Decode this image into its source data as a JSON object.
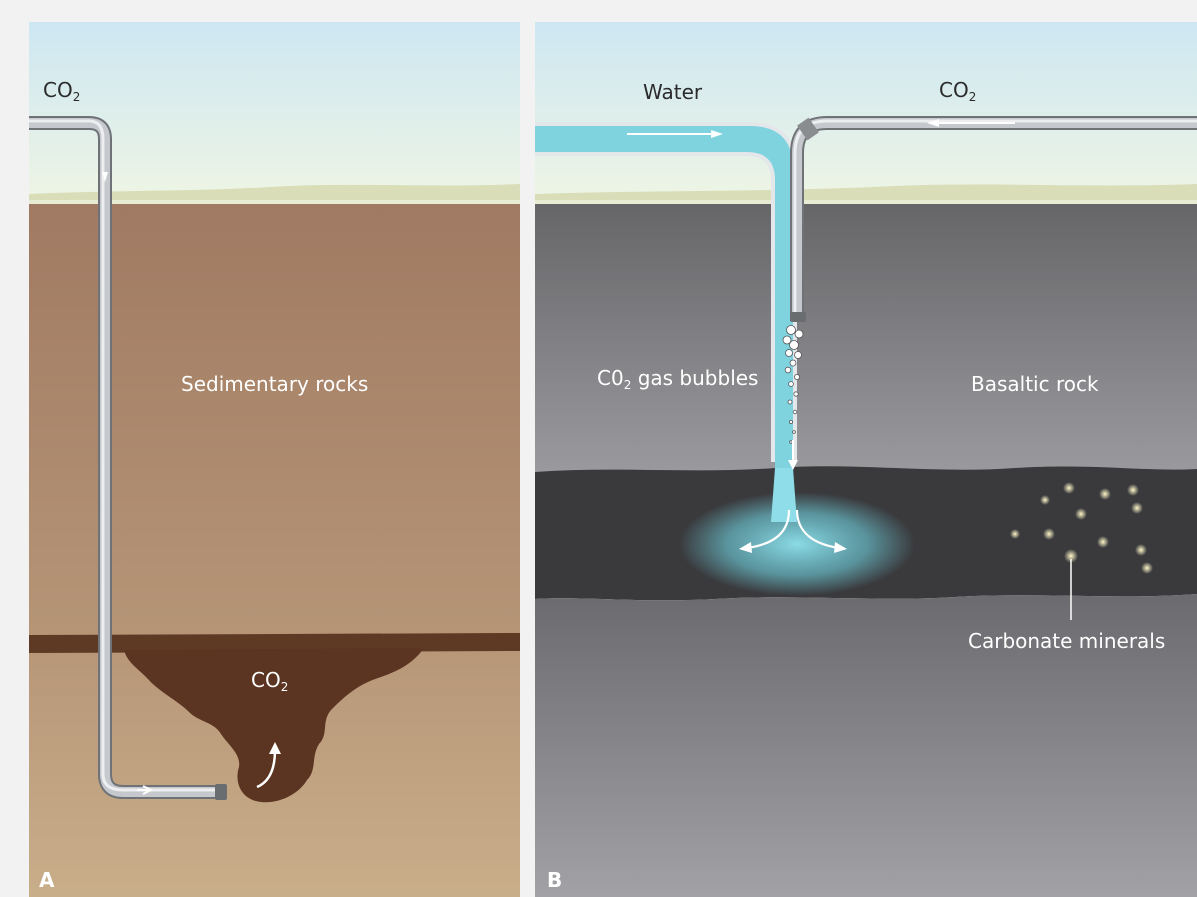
{
  "panel_a": {
    "letter": "A",
    "co2_inlet_label": {
      "main": "CO",
      "sub": "2"
    },
    "rock_label": "Sedimentary rocks",
    "plume_label": {
      "main": "CO",
      "sub": "2"
    }
  },
  "panel_b": {
    "letter": "B",
    "water_label": "Water",
    "co2_inlet_label": {
      "main": "CO",
      "sub": "2"
    },
    "bubbles_label": {
      "main": "C0",
      "sub": "2",
      "rest": " gas bubbles"
    },
    "rock_label": "Basaltic rock",
    "minerals_label": "Carbonate minerals"
  },
  "colors": {
    "sky_top": "#cfe8f1",
    "sky_bottom": "#eef5e6",
    "sediment_top": "#a8826a",
    "sediment_bottom": "#c6ab88",
    "co2_plume": "#5b3522",
    "basalt_top": "#6f6f73",
    "basalt_bottom": "#9a9a9e",
    "basalt_layer": "#3a3a3d",
    "water": "#7fd3df",
    "pipe": "#b9bcc0"
  }
}
